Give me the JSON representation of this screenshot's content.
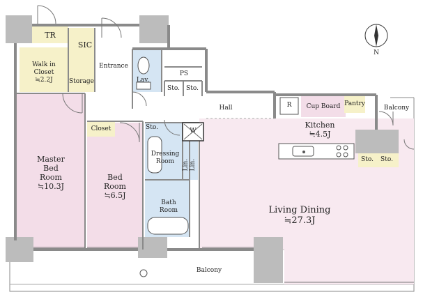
{
  "rooms": {
    "tr": "TR",
    "sic": "SIC",
    "walk_in_closet": [
      "Walk in",
      "Closet",
      "≒2.2J"
    ],
    "storage": "Storage",
    "entrance": "Entrance",
    "lav": "Lav.",
    "ps": "PS",
    "sto_a": "Sto.",
    "sto_b": "Sto.",
    "hall": "Hall",
    "refrigerator": "R",
    "cup_board": "Cup Board",
    "pantry": "Pantry",
    "balcony_top": "Balcony",
    "kitchen": [
      "Kitchen",
      "≒4.5J"
    ],
    "closet": "Closet",
    "sto_c": "Sto.",
    "washer": "W",
    "dressing_room": [
      "Dressing",
      "Room"
    ],
    "lin_a": "Lin.",
    "lin_b": "Lin.",
    "sto_d": "Sto.",
    "sto_e": "Sto.",
    "master_bed": [
      "Master",
      "Bed",
      "Room",
      "≒10.3J"
    ],
    "bed_room": [
      "Bed",
      "Room",
      "≒6.5J"
    ],
    "bath_room": [
      "Bath",
      "Room"
    ],
    "living_dining": [
      "Living Dining",
      "≒27.3J"
    ],
    "balcony_bottom": "Balcony"
  },
  "compass": "N",
  "colors": {
    "bedroom": "#f3dde8",
    "storage": "#f6f1c9",
    "wet": "#d5e5f3",
    "living": "#f8e9f0",
    "wall": "#9a9a9a",
    "structure": "#bcbcbc"
  }
}
